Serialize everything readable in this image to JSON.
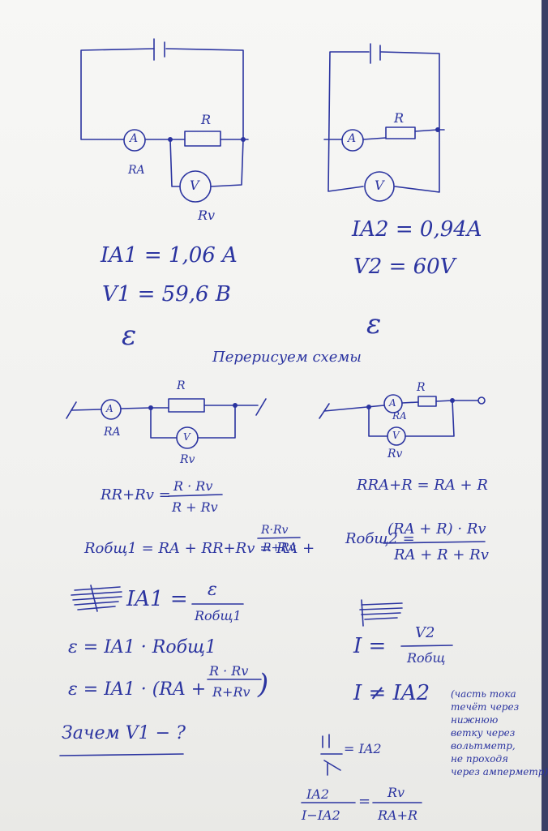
{
  "labels": {
    "R": "R",
    "RA": "RA",
    "Rv": "Rv",
    "A": "A",
    "V": "V",
    "epsilon": "ε"
  },
  "left_circuit": {
    "ia1": "IA1 = 1,06 A",
    "v1": "V1 = 59,6 B"
  },
  "right_circuit": {
    "ia2": "IA2 = 0,94A",
    "v2": "V2 = 60V"
  },
  "heading": "Перерисуем схемы",
  "left_formulas": {
    "r_parallel_lhs": "RR+Rv =",
    "r_parallel_num": "R · Rv",
    "r_parallel_den": "R + Rv",
    "r_total_lhs": "Rобщ1 = RA + RR+Rv = RA +",
    "r_total_num": "R·Rv",
    "r_total_den": "R+Rv",
    "ia1_lhs": "IA1 =",
    "ia1_num": "ε",
    "ia1_den": "Rобщ1",
    "eps1": "ε = IA1 · Rобщ1",
    "eps2_lhs": "ε = IA1 · (RA +",
    "eps2_num": "R · Rv",
    "eps2_den": "R+Rv",
    "eps2_close": ")",
    "question": "Зачем V1 − ?"
  },
  "right_formulas": {
    "r_series": "RRA+R = RA + R",
    "r_total_lhs": "Rобщ2 =",
    "r_total_num": "(RA + R) · Rv",
    "r_total_den": "RA + R + Rv",
    "i_lhs": "I =",
    "i_num": "V2",
    "i_den": "Rобщ",
    "i_neq": "I ≠ IA2",
    "note": "(часть тока\nтечёт через\nнижнюю\nветку через\nвольтметр,\nне проходя\nчерез амперметр)",
    "frac_eq": "= IA2",
    "ratio_lhs_num": "IA2",
    "ratio_lhs_den": "I−IA2",
    "ratio_rhs_num": "Rv",
    "ratio_rhs_den": "RA+R"
  }
}
